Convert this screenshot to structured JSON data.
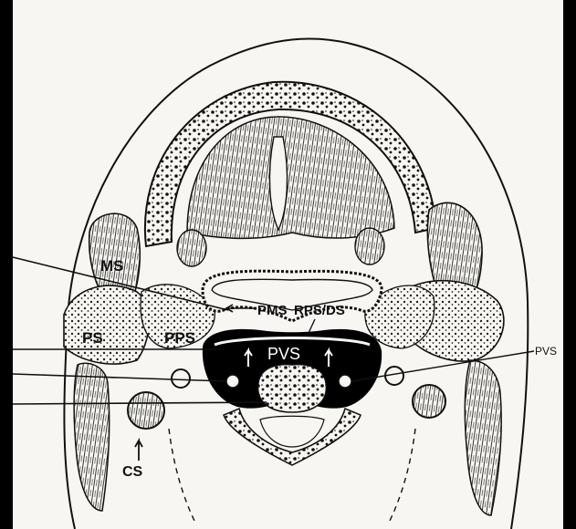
{
  "figure": {
    "labels": {
      "ms": "MS",
      "ps": "PS",
      "pps": "PPS",
      "pms": "PMS",
      "rps_ds": "RPS/DS",
      "pvs_center": "PVS",
      "pvs_right": "PVS",
      "cs": "CS"
    },
    "colors": {
      "background": "#000000",
      "paper": "#f7f6f2",
      "ink": "#111111",
      "cavity": "#000000"
    }
  }
}
